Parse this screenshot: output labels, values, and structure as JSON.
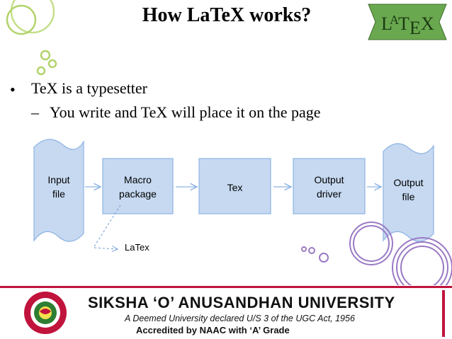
{
  "slide": {
    "title": "How LaTeX works?",
    "bullet_symbol": "•",
    "bullet": "TeX is a typesetter",
    "sub_dash": "–",
    "sub_bullet": "You write and TeX will place it on the page"
  },
  "diagram": {
    "input_file": "Input\nfile",
    "macro_package": "Macro\npackage",
    "tex": "Tex",
    "output_driver": "Output\ndriver",
    "output_file": "Output\nfile",
    "latex_note": "LaTex"
  },
  "banner": {
    "university": "SIKSHA ‘O’ ANUSANDHAN UNIVERSITY",
    "subtitle": "A Deemed University declared U/S 3 of the UGC Act, 1956",
    "accreditation": "Accredited by NAAC with ‘A’ Grade"
  },
  "colors": {
    "box_fill": "#c6d9f1",
    "box_stroke": "#8db3e2",
    "ring_color": "#9b7ac4",
    "deco_green": "#b2d36b",
    "banner_red": "#c0143c",
    "logo_green": "#6aa84f"
  },
  "icons": [
    "latex-logo-icon",
    "university-seal-icon"
  ]
}
